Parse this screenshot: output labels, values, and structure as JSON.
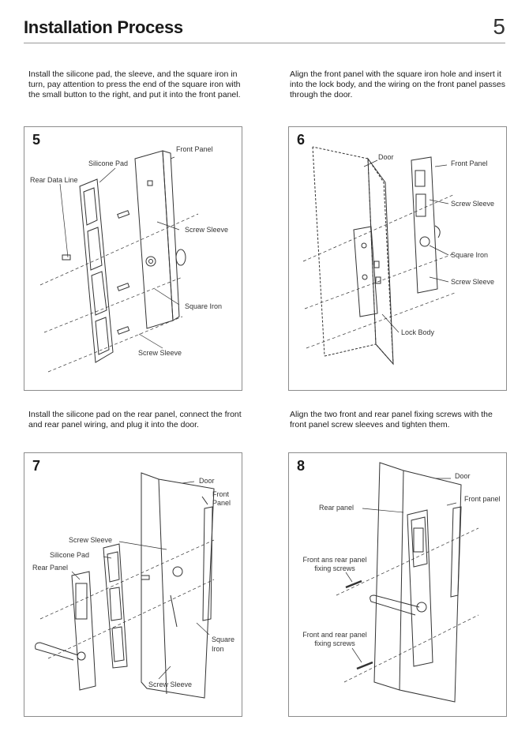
{
  "header": {
    "title": "Installation Process",
    "page_number": "5"
  },
  "steps": [
    {
      "number": "5",
      "text": "Install the silicone pad, the sleeve, and the square iron in turn, pay attention to press the end of the square iron with the small button to the right, and put it into the front panel.",
      "labels": [
        "Front Panel",
        "Silicone Pad",
        "Rear Data Line",
        "Screw Sleeve",
        "Square Iron",
        "Screw Sleeve"
      ]
    },
    {
      "number": "6",
      "text": "Align the front panel with the square iron hole and insert it into the lock body, and the wiring on the front panel passes through the door.",
      "labels": [
        "Door",
        "Front Panel",
        "Screw Sleeve",
        "Square Iron",
        "Screw Sleeve",
        "Lock Body"
      ]
    },
    {
      "number": "7",
      "text": "Install the silicone pad on the rear panel, connect the front and rear panel wiring, and plug it into the door.",
      "labels": [
        "Door",
        "Front",
        "Panel",
        "Screw Sleeve",
        "Silicone Pad",
        "Rear Panel",
        "Square",
        "Iron",
        "Screw Sleeve"
      ]
    },
    {
      "number": "8",
      "text": "Align the two front and rear panel fixing screws with the front panel screw sleeves and tighten them.",
      "labels": [
        "Door",
        "Front panel",
        "Rear panel",
        "Front ans rear panel",
        "fixing screws",
        "Front and rear panel",
        "fixing screws"
      ]
    }
  ]
}
